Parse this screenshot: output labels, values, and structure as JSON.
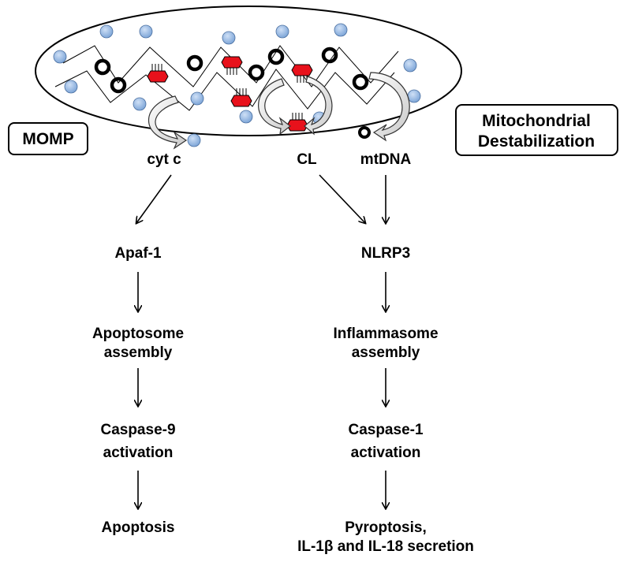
{
  "labels": {
    "momp": "MOMP",
    "mito_line1": "Mitochondrial",
    "mito_line2": "Destabilization",
    "cytc": "cyt c",
    "cl": "CL",
    "mtdna": "mtDNA"
  },
  "left_pathway": {
    "apaf": "Apaf-1",
    "apopto1": "Apoptosome",
    "apopto2": "assembly",
    "casp9_1": "Caspase-9",
    "casp9_2": "activation",
    "apoptosis": "Apoptosis"
  },
  "right_pathway": {
    "nlrp3": "NLRP3",
    "inflam1": "Inflammasome",
    "inflam2": "assembly",
    "casp1_1": "Caspase-1",
    "casp1_2": "activation",
    "pyro1": "Pyroptosis,",
    "pyro2": "IL-1β and IL-18 secretion"
  },
  "colors": {
    "cyt_c_dot": "#8fb3e0",
    "cardiolipin": "#e8111b",
    "outline": "#000000"
  }
}
